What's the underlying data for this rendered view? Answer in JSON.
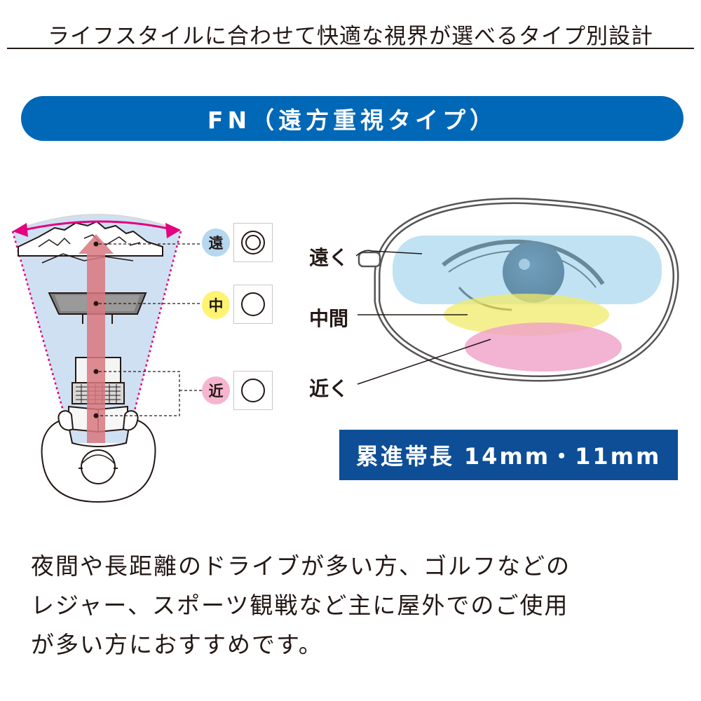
{
  "header": {
    "title": "ライフスタイルに合わせて快適な視界が選べるタイプ別設計"
  },
  "banner": {
    "label": "FN（遠方重視タイプ）"
  },
  "distances": [
    {
      "key": "far",
      "badge": "遠",
      "color": "#b5d7ef"
    },
    {
      "key": "mid",
      "badge": "中",
      "color": "#fff372"
    },
    {
      "key": "near",
      "badge": "近",
      "color": "#f5b5cf"
    }
  ],
  "lens_zones": [
    {
      "key": "far",
      "label": "遠く",
      "color": "#8ecbea"
    },
    {
      "key": "mid",
      "label": "中間",
      "color": "#f0eb6a"
    },
    {
      "key": "near",
      "label": "近く",
      "color": "#f0a0c8"
    }
  ],
  "corridor": {
    "label": "累進帯長 14mm・11mm"
  },
  "description": {
    "lines": [
      "夜間や長距離のドライブが多い方、ゴルフなどの",
      "レジャー、スポーツ観戦など主に屋外でのご使用",
      "が多い方におすすめです。"
    ]
  },
  "colors": {
    "brand_blue": "#0068b7",
    "corridor_blue": "#0e4e97",
    "arrow_red": "#d9777f",
    "arrow_magenta": "#e4007f",
    "view_fan": "#cfe0f2"
  },
  "icons": [
    "mountain-icon",
    "monitor-icon",
    "laptop-icon",
    "book-icon",
    "person-icon",
    "glasses-icon",
    "eye-icon"
  ]
}
